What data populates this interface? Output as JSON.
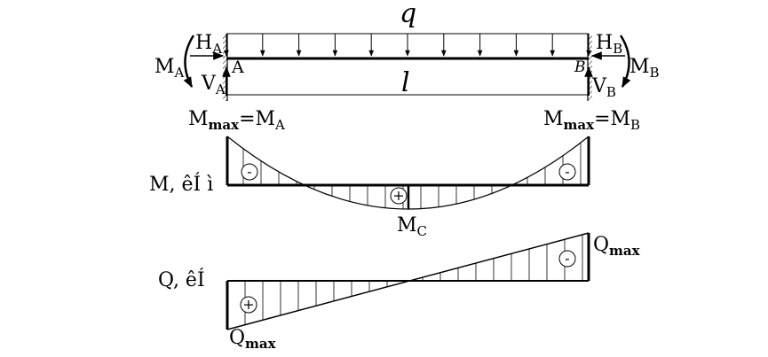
{
  "labels": {
    "load_q": "q",
    "span_l": "l",
    "moment_a": "M",
    "moment_a_sub": "A",
    "moment_b": "M",
    "moment_b_sub": "B",
    "horiz_a": "H",
    "horiz_a_sub": "A",
    "horiz_b": "H",
    "horiz_b_sub": "B",
    "vert_a": "V",
    "vert_a_sub": "A",
    "vert_b": "V",
    "vert_b_sub": "B",
    "point_a": "A",
    "point_b": "B",
    "mmax_left_m": "M",
    "mmax_left_sub": "max",
    "mmax_left_eq": "=M",
    "mmax_left_eq_sub": "A",
    "mmax_right_m": "M",
    "mmax_right_sub": "max",
    "mmax_right_eq": "=M",
    "mmax_right_eq_sub": "B",
    "moment_axis": "M, êÍ ì",
    "mc_m": "M",
    "mc_sub": "C",
    "shear_axis": "Q, êÍ",
    "qmax_right": "Q",
    "qmax_right_sub": "max",
    "qmax_left": "Q",
    "qmax_left_sub": "max",
    "sign_minus": "-",
    "sign_plus": "+"
  }
}
